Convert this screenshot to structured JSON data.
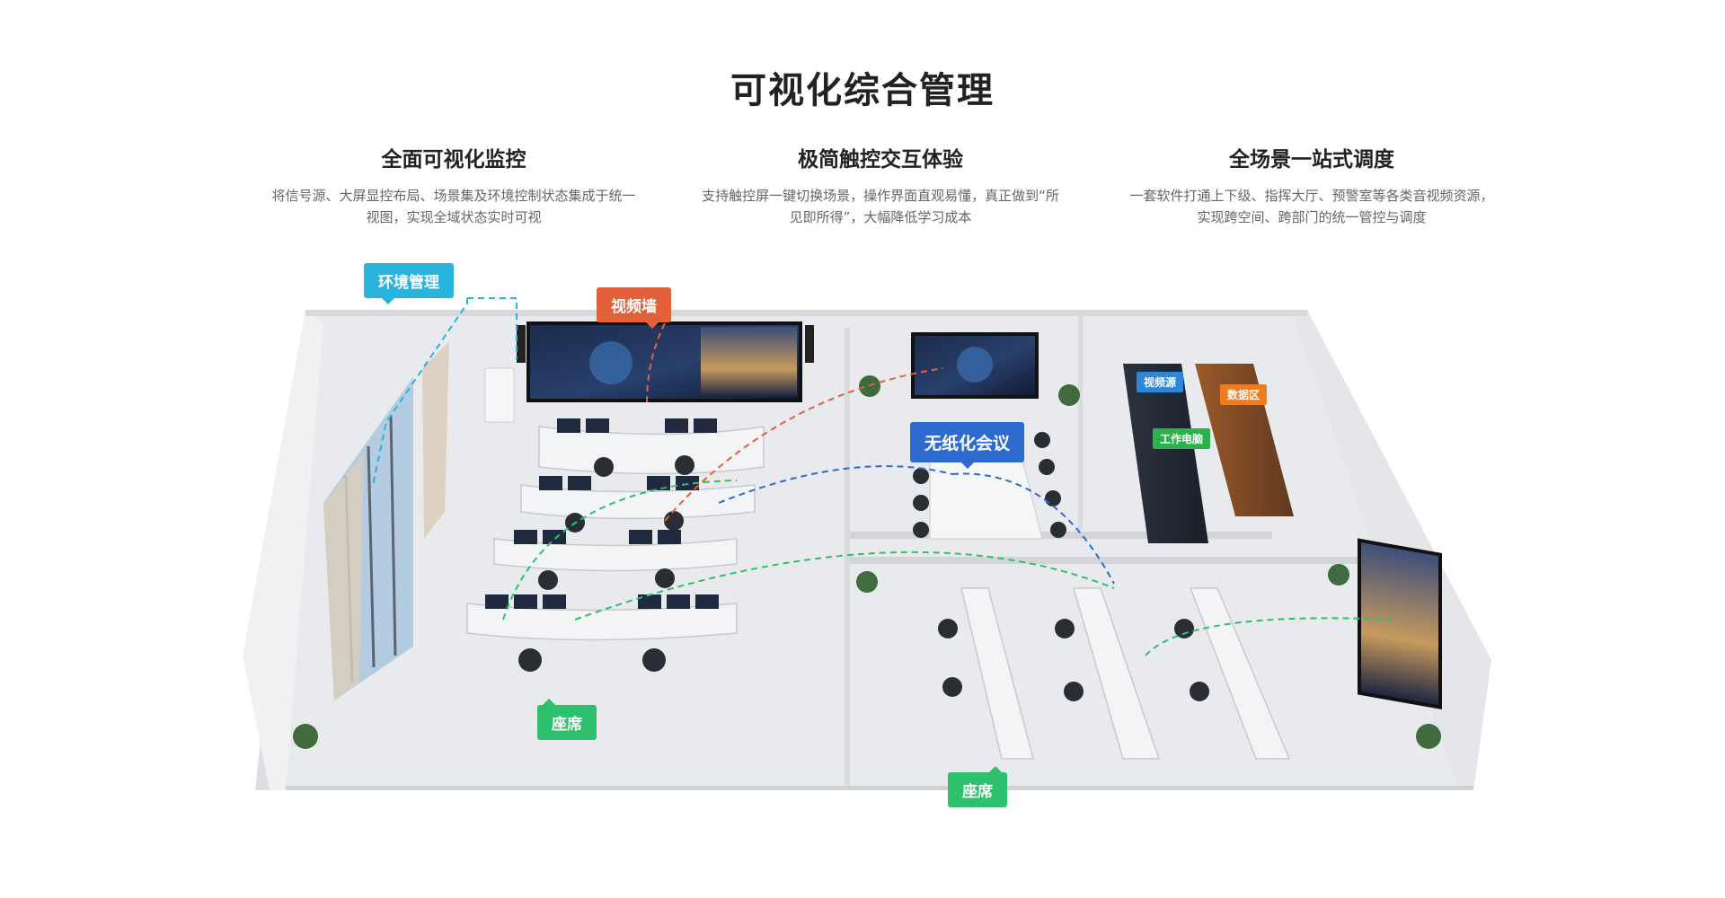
{
  "page": {
    "title": "可视化综合管理"
  },
  "features": [
    {
      "title": "全面可视化监控",
      "desc_line1": "将信号源、大屏显控布局、场景集及环境控制状态集成于统一",
      "desc_line2": "视图，实现全域状态实时可视"
    },
    {
      "title": "极简触控交互体验",
      "desc_line1": "支持触控屏一键切换场景，操作界面直观易懂，真正做到“所",
      "desc_line2": "见即所得”，大幅降低学习成本"
    },
    {
      "title": "全场景一站式调度",
      "desc_line1": "一套软件打通上下级、指挥大厅、预警室等各类音视频资源，",
      "desc_line2": "实现跨空间、跨部门的统一管控与调度"
    }
  ],
  "scene": {
    "labels": {
      "environment": "环境管理",
      "video_wall": "视频墙",
      "paperless_meeting": "无纸化会议",
      "seating_left": "座席",
      "seating_right": "座席",
      "video_source": "视频源",
      "data_zone": "数据区",
      "workstation": "工作电脑"
    },
    "colors": {
      "environment": "#2ab4dd",
      "video_wall": "#e2603a",
      "seating": "#2dc06d",
      "paperless_meeting": "#2f6ad1"
    }
  }
}
